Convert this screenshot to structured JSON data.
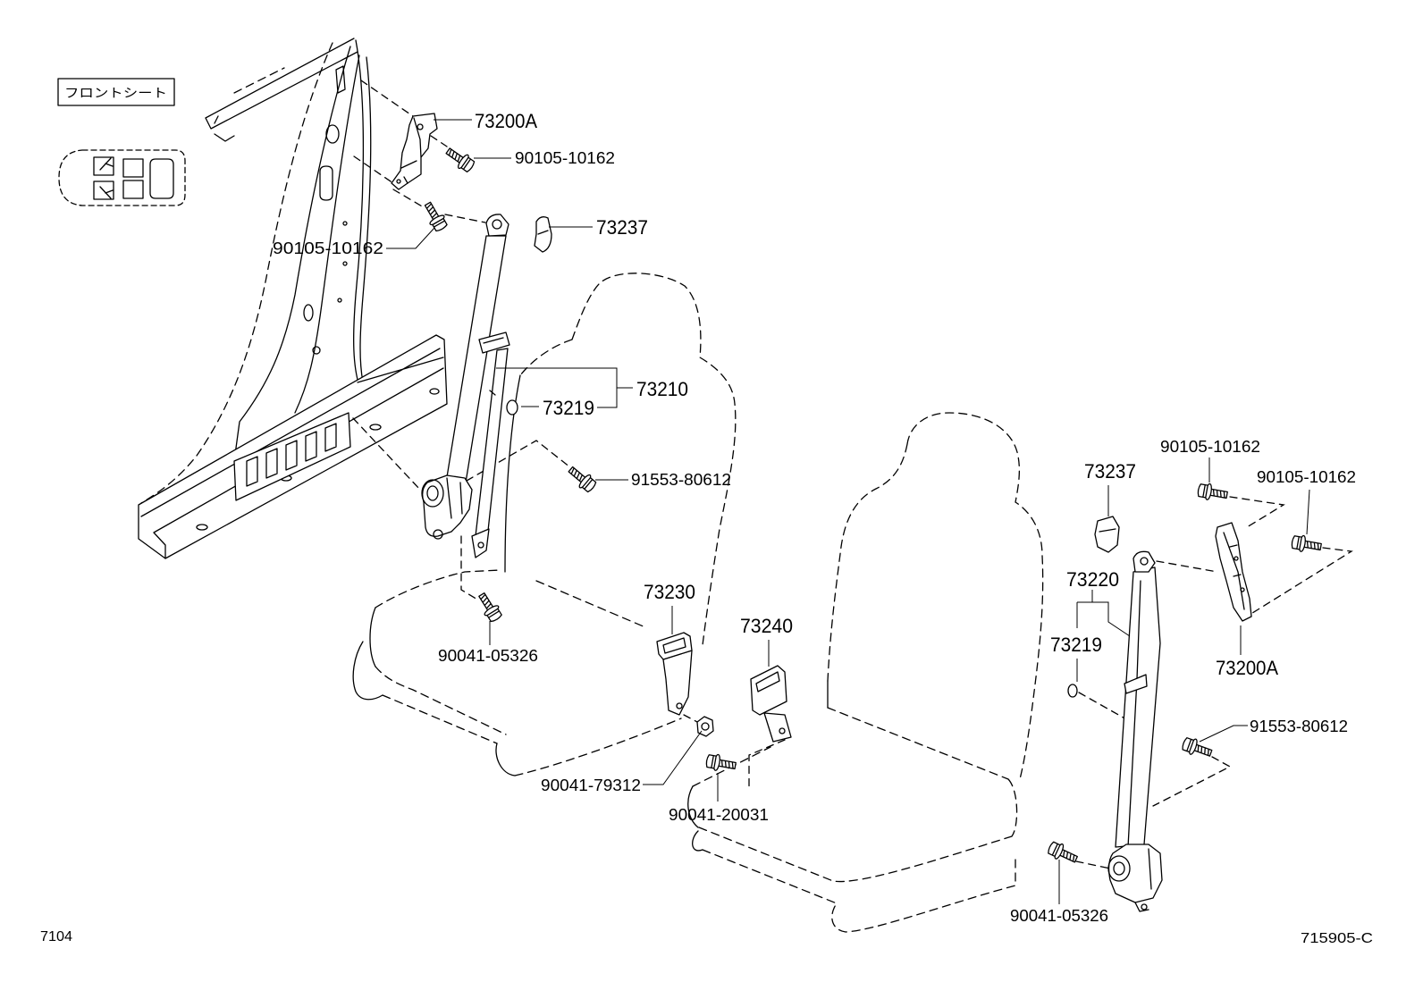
{
  "section_label": "フロントシート",
  "callouts_left": [
    "73200A",
    "90105-10162",
    "73237",
    "90105-10162",
    "73210",
    "73219",
    "91553-80612",
    "90041-05326"
  ],
  "callouts_center": [
    "73230",
    "73240",
    "90041-79312",
    "90041-20031"
  ],
  "callouts_right": [
    "73237",
    "90105-10162",
    "90105-10162",
    "73220",
    "73219",
    "73200A",
    "91553-80612",
    "90041-05326"
  ],
  "footer": {
    "left": "7104",
    "right": "715905-C"
  },
  "icons": [
    "vehicle-seat-locator-icon",
    "bolt-icon",
    "nut-icon"
  ],
  "colors": {
    "line": "#000000",
    "background": "#ffffff"
  }
}
